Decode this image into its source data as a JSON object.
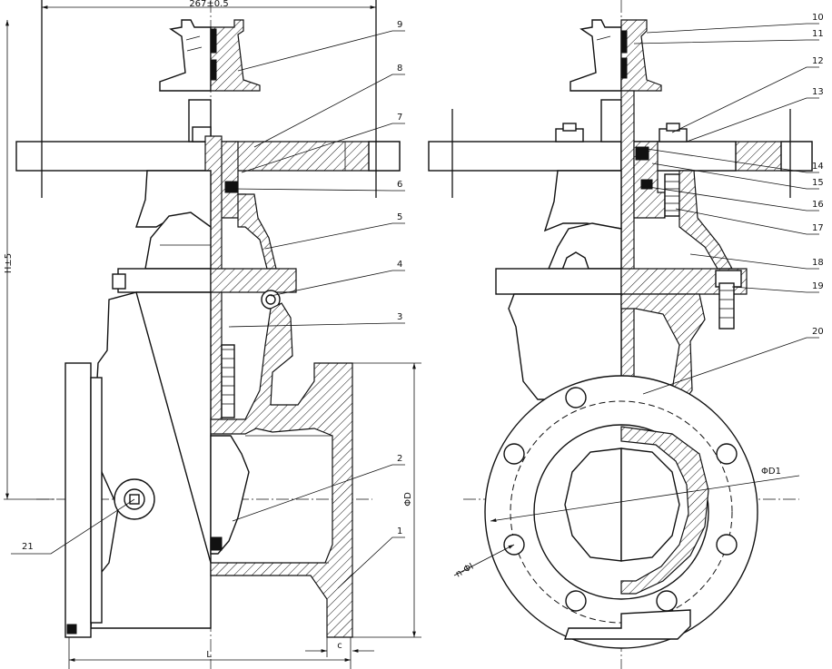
{
  "dimensions": {
    "top_width": "267±0.5",
    "height": "H±5",
    "diameter": "ΦD",
    "bolt_circle": "ΦD1",
    "holes": "n-ΦI",
    "length": "L",
    "flange_thickness": "c"
  },
  "part_labels": [
    "1",
    "2",
    "3",
    "4",
    "5",
    "6",
    "7",
    "8",
    "9",
    "10",
    "11",
    "12",
    "13",
    "14",
    "15",
    "16",
    "17",
    "18",
    "19",
    "20",
    "21"
  ],
  "colors": {
    "line": "#111111",
    "background": "#ffffff"
  }
}
